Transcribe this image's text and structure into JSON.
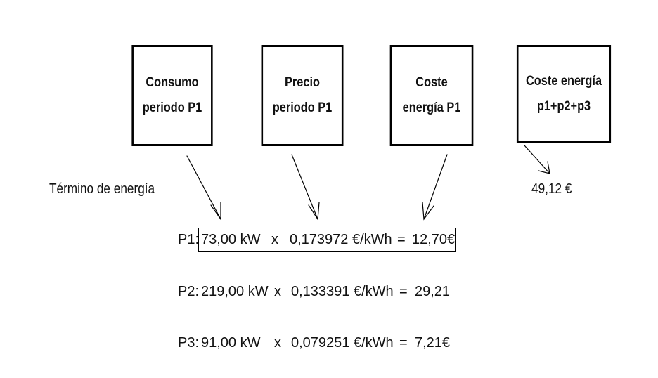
{
  "boxes": {
    "consumo": {
      "line1": "Consumo",
      "line2": "periodo P1"
    },
    "precio": {
      "line1": "Precio",
      "line2": "periodo P1"
    },
    "coste": {
      "line1": "Coste",
      "line2": "energía P1"
    },
    "total": {
      "line1": "Coste energía",
      "line2": "p1+p2+p3"
    }
  },
  "term_label": "Término de energía",
  "total_value": "49,12 €",
  "rows": [
    {
      "period": "P1:",
      "consumption": "73,00 kW",
      "op": "x",
      "price": "0,173972 €/kWh",
      "eq": "=",
      "result": "12,70€"
    },
    {
      "period": "P2:",
      "consumption": "219,00 kW",
      "op": "x",
      "price": "0,133391 €/kWh",
      "eq": "=",
      "result": "29,21"
    },
    {
      "period": "P3:",
      "consumption": "91,00 kW",
      "op": "x",
      "price": "0,079251 €/kWh",
      "eq": "=",
      "result": "7,21€"
    }
  ]
}
